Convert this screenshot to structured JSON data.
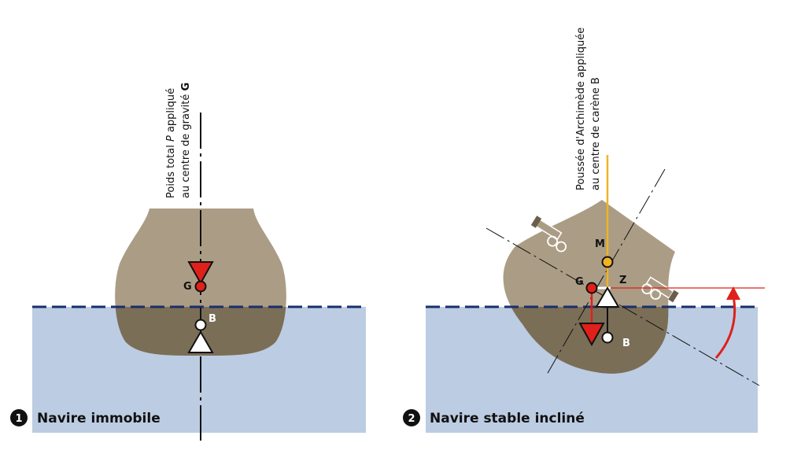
{
  "panels": [
    {
      "number": "1",
      "caption": "Navire immobile",
      "annotation_line1": "Poids total ",
      "annotation_italic": "P",
      "annotation_line1_end": " appliqué",
      "annotation_line2": "au centre de gravité ",
      "annotation_bold": "G",
      "point_g": "G",
      "point_b": "B"
    },
    {
      "number": "2",
      "caption": "Navire stable incliné",
      "annotation_line1": "Poussée d'Archimède appliquée",
      "annotation_line2": "au centre de carène B",
      "point_m": "M",
      "point_g": "G",
      "point_z": "Z",
      "point_b": "B"
    }
  ],
  "colors": {
    "hull_upper": "#ab9d85",
    "hull_lower": "#7b6e57",
    "water": "#bccce2",
    "waterline": "#1a2f6b",
    "weight_arrow": "#e0201a",
    "buoyancy_arrow": "#ffffff",
    "metacenter": "#f0b323",
    "heel_arc": "#e0201a"
  }
}
